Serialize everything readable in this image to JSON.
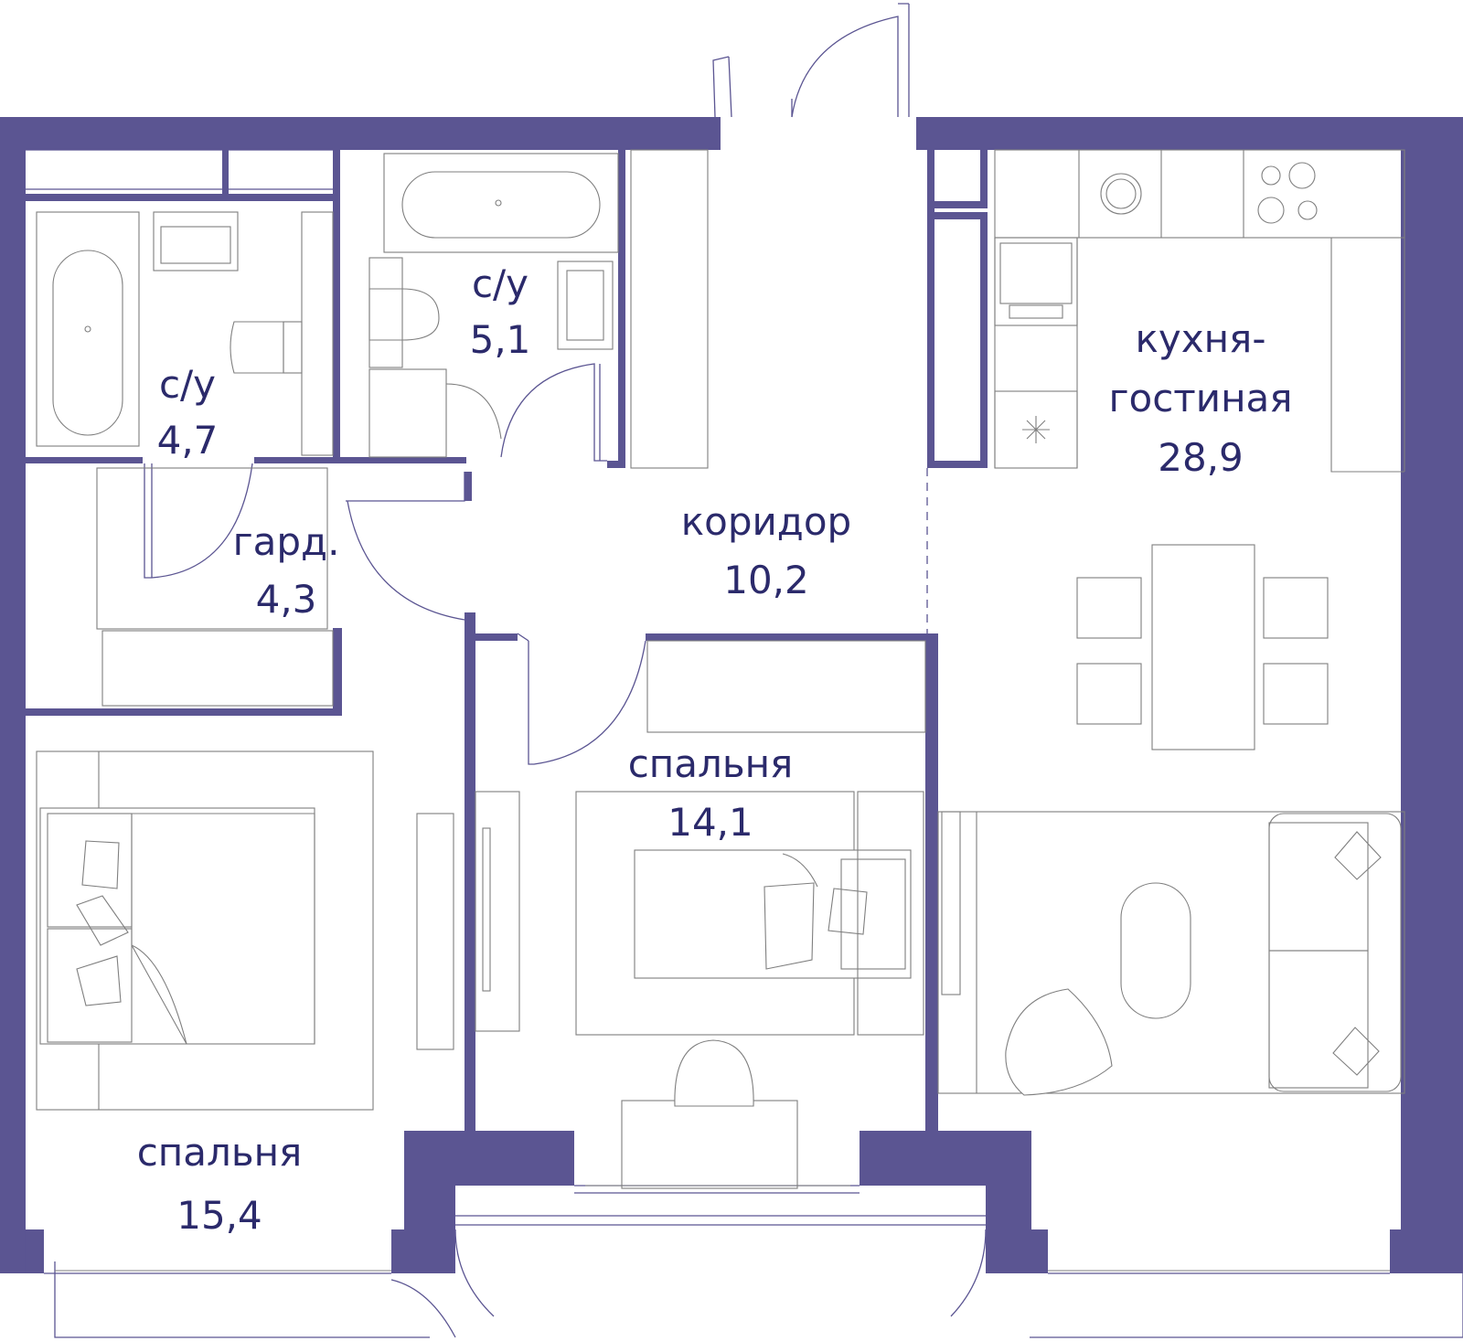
{
  "colors": {
    "wall": "#5b5592",
    "label": "#2b2a6b",
    "furniture": "#7f7f7f"
  },
  "rooms": {
    "bath_left": {
      "name": "с/у",
      "area": "4,7"
    },
    "bath_center": {
      "name": "с/у",
      "area": "5,1"
    },
    "kitchen": {
      "name_line1": "кухня-",
      "name_line2": "гостиная",
      "area": "28,9"
    },
    "corridor": {
      "name": "коридор",
      "area": "10,2"
    },
    "wardrobe": {
      "name": "гард.",
      "area": "4,3"
    },
    "bedroom_mid": {
      "name": "спальня",
      "area": "14,1"
    },
    "bedroom_left": {
      "name": "спальня",
      "area": "15,4"
    }
  }
}
